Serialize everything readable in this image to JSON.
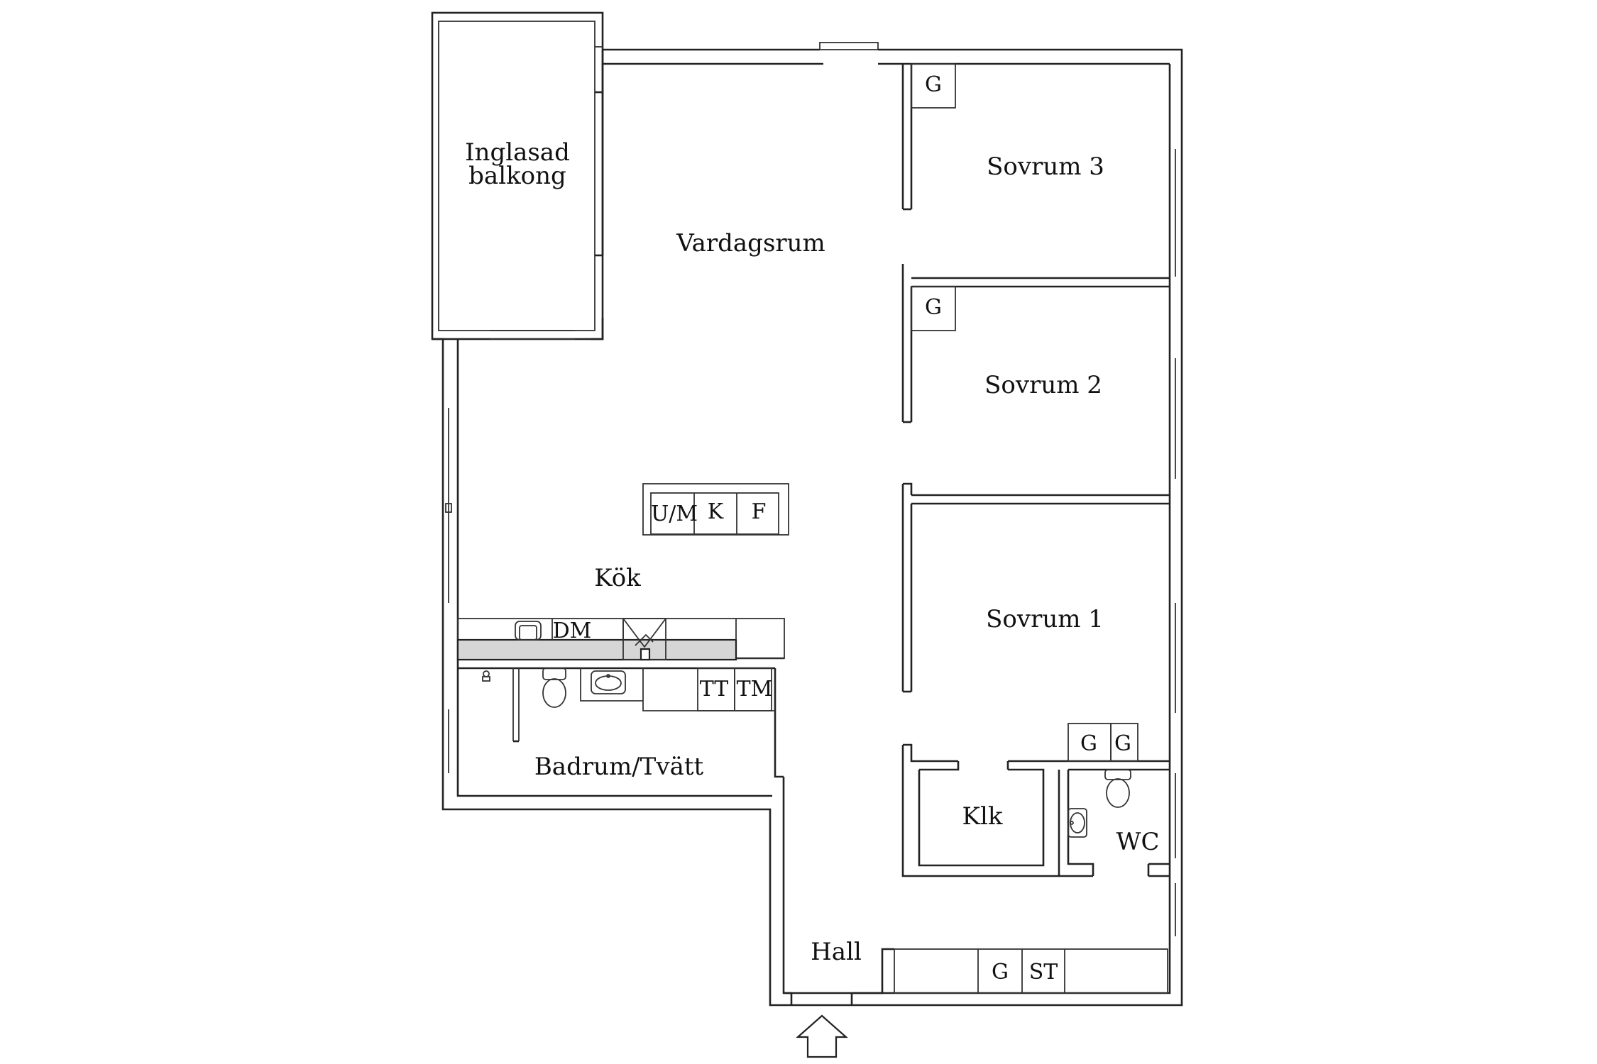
{
  "rooms": {
    "balcony_line1": "Inglasad",
    "balcony_line2": "balkong",
    "living": "Vardagsrum",
    "kitchen": "Kök",
    "bathroom": "Badrum/Tvätt",
    "bedroom3": "Sovrum 3",
    "bedroom2": "Sovrum 2",
    "bedroom1": "Sovrum 1",
    "closet": "Klk",
    "wc": "WC",
    "hall": "Hall"
  },
  "fixtures": {
    "wardrobe": "G",
    "microwave_oven": "U/M",
    "fridge": "K",
    "freezer": "F",
    "dishwasher": "DM",
    "tumble_dryer": "TT",
    "washing_machine": "TM",
    "storage": "ST"
  },
  "icons": {
    "entrance": "entrance-arrow-icon",
    "toilet": "toilet-icon",
    "sink": "sink-icon",
    "stove": "stove-icon"
  },
  "colors": {
    "walls": "#222222",
    "background": "#ffffff"
  }
}
